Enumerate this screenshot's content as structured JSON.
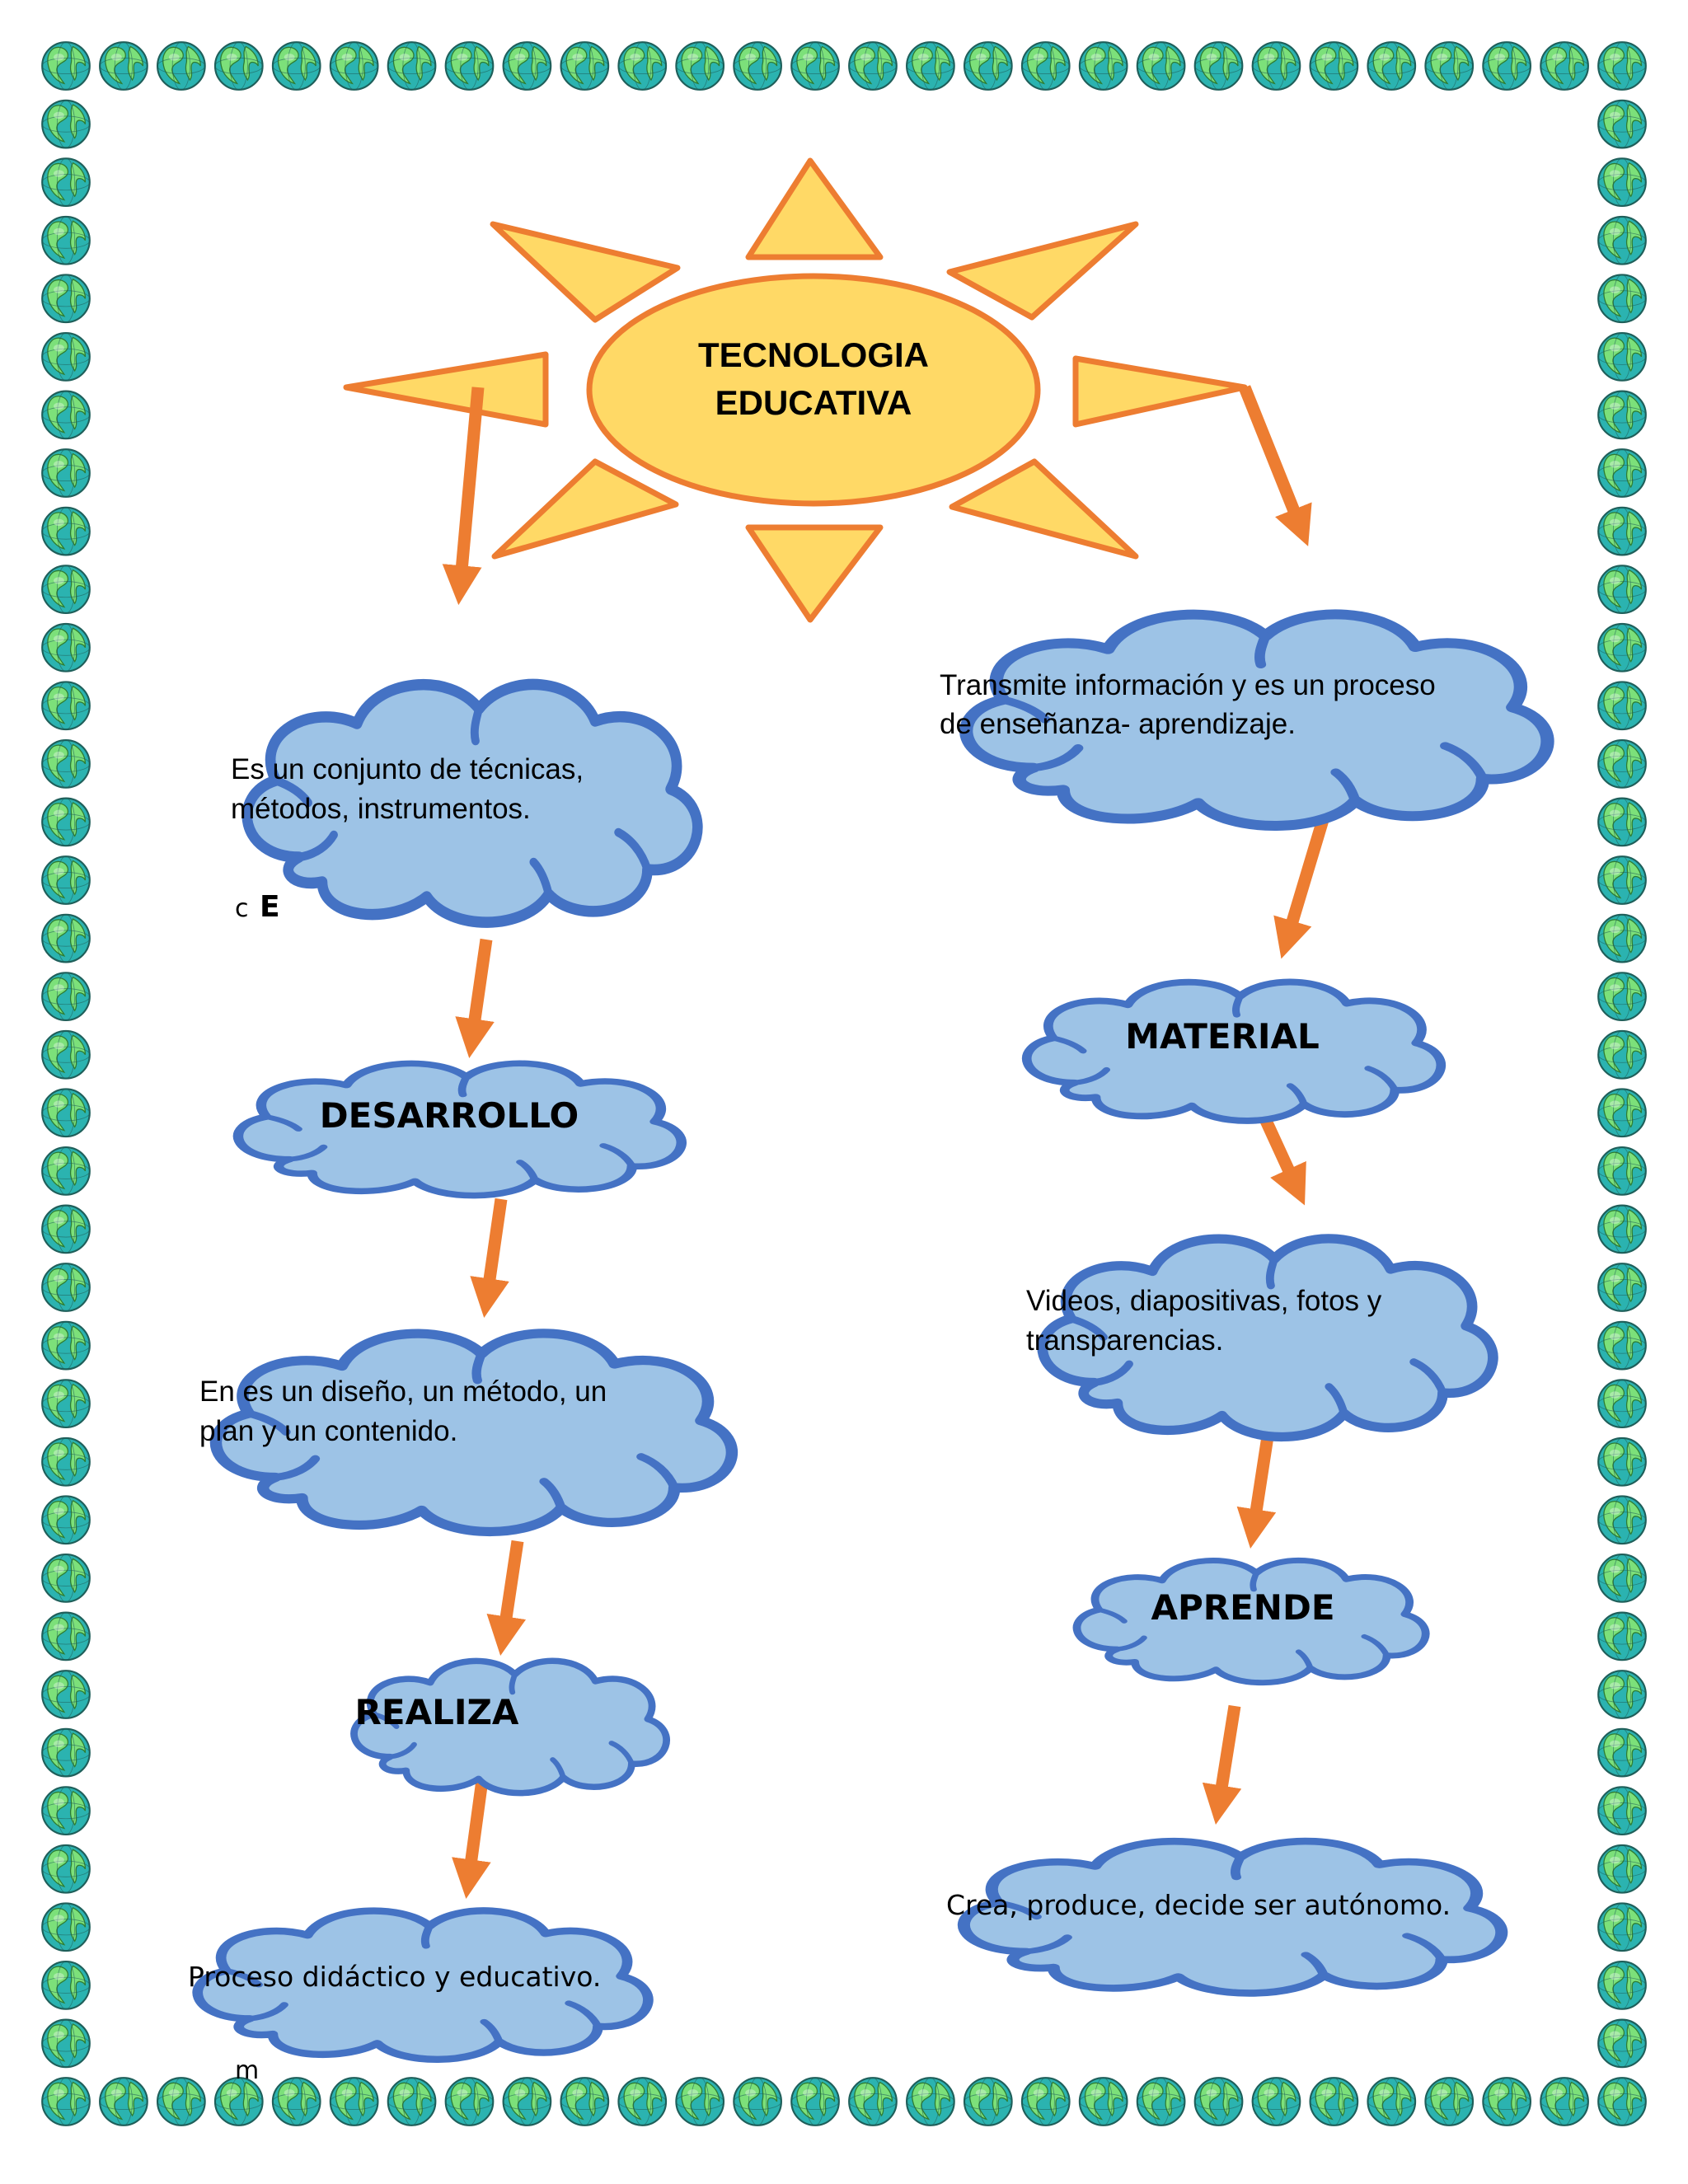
{
  "sun": {
    "title_line1": "TECNOLOGIA",
    "title_line2": "EDUCATIVA",
    "colors": {
      "fill": "#FFD966",
      "stroke": "#ED7D31"
    }
  },
  "nodes": {
    "definition": {
      "line1": "Es un conjunto de técnicas,",
      "line2": "métodos, instrumentos."
    },
    "transmite": {
      "line1": "Transmite información y es un proceso",
      "line2": "de enseñanza- aprendizaje."
    },
    "material": {
      "label": "MATERIAL"
    },
    "desarrollo": {
      "label": "DESARROLLO"
    },
    "videos": {
      "line1": "Videos, diapositivas, fotos y",
      "line2": "transparencias."
    },
    "diseno": {
      "line1": "En es un diseño, un método, un",
      "line2": "plan y un contenido."
    },
    "aprende": {
      "label": "APRENDE"
    },
    "realiza": {
      "label": "REALIZA"
    },
    "crea": {
      "label": "Crea, produce, decide ser autónomo."
    },
    "proceso": {
      "label": "Proceso didáctico y educativo."
    }
  },
  "fragments": {
    "hidden_c": "c",
    "hidden_e": "E",
    "bottom_m": "m"
  },
  "colors": {
    "cloud_fill": "#9DC3E6",
    "cloud_stroke": "#4472C4",
    "arrow": "#ED7D31",
    "globe_ocean": "#2BB3B0",
    "globe_land": "#7CE07A"
  },
  "border_icon": "globe-icon"
}
